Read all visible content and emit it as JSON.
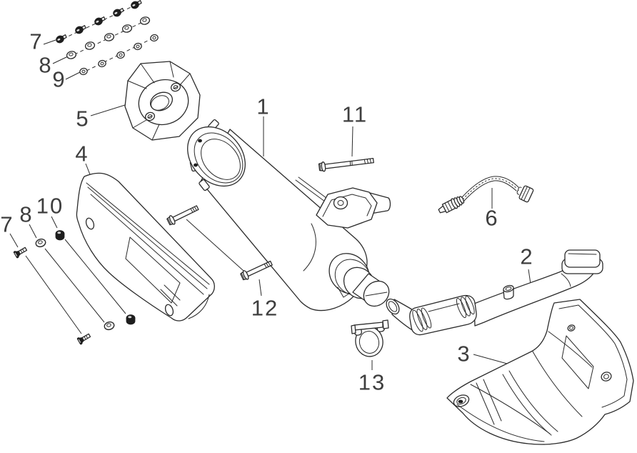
{
  "colors": {
    "background": "#ffffff",
    "line": "#2b2b2b",
    "label": "#3e3e3e",
    "fastener_dark": "#1e1e1e"
  },
  "callouts": [
    {
      "label": "7",
      "part": "pan-screw-set"
    },
    {
      "label": "8",
      "part": "cup-washer-set"
    },
    {
      "label": "9",
      "part": "flat-washer-set"
    },
    {
      "label": "5",
      "part": "exhaust-collar-gasket"
    },
    {
      "label": "4",
      "part": "muffler-cover-panel"
    },
    {
      "label": "1",
      "part": "muffler-assembly"
    },
    {
      "label": "11",
      "part": "long-flange-bolt"
    },
    {
      "label": "6",
      "part": "oxygen-sensor"
    },
    {
      "label": "2",
      "part": "exhaust-pipe"
    },
    {
      "label": "3",
      "part": "heat-shield"
    },
    {
      "label": "7",
      "part": "flat-screw"
    },
    {
      "label": "8",
      "part": "cup-washer"
    },
    {
      "label": "10",
      "part": "flange-nut"
    },
    {
      "label": "12",
      "part": "flange-bolt"
    },
    {
      "label": "13",
      "part": "exhaust-clamp"
    }
  ]
}
